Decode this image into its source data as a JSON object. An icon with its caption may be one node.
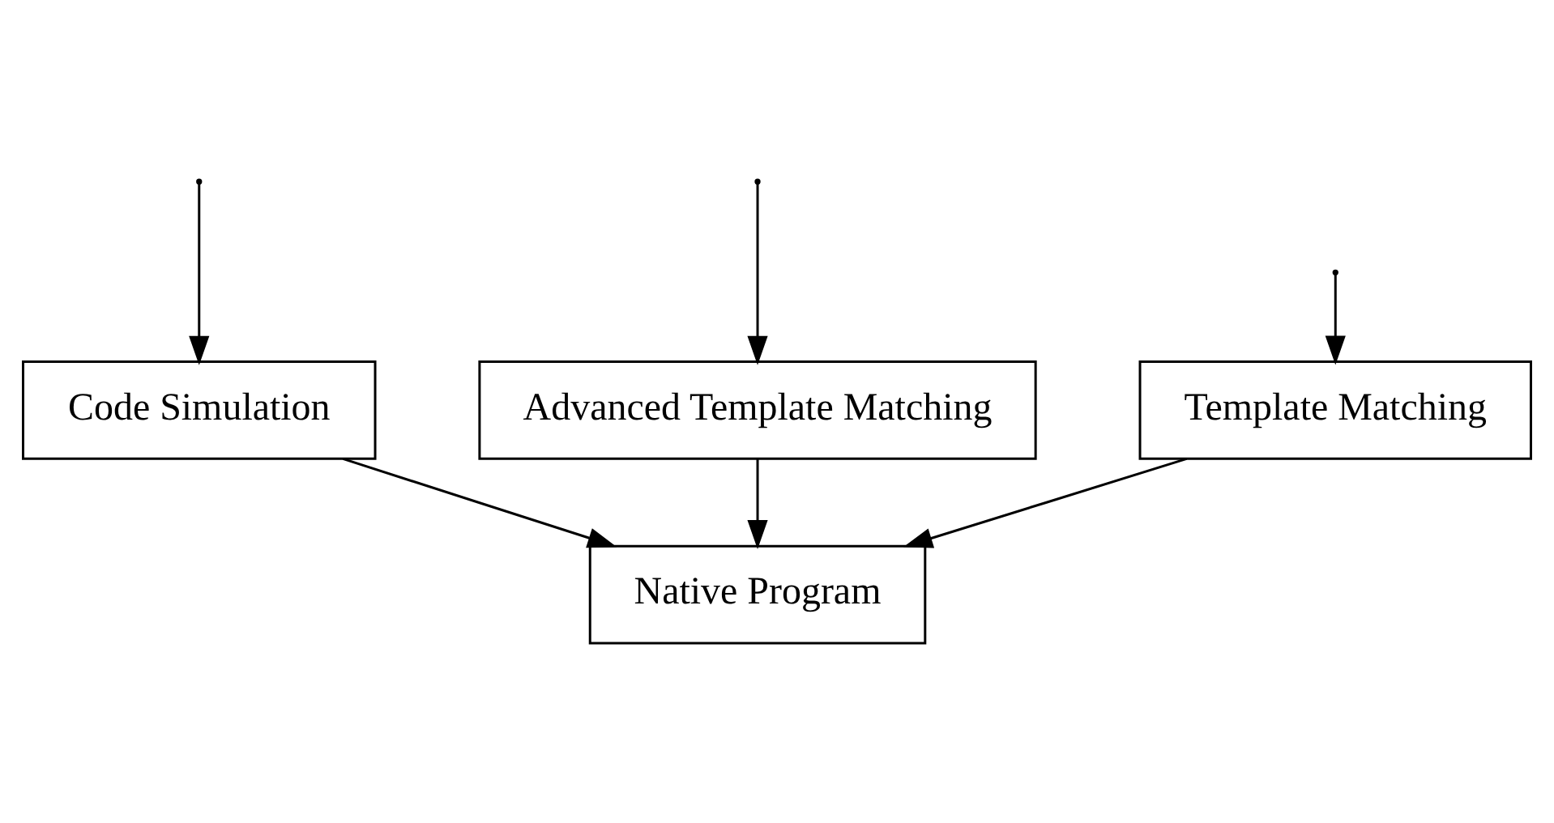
{
  "diagram": {
    "nodes": [
      {
        "text": [
          "Template Matching"
        ]
      },
      {
        "text": [
          "Code Simulation"
        ]
      },
      {
        "text": [
          "Advanced Template Matching"
        ]
      },
      {
        "text": [
          "Native Program"
        ]
      }
    ],
    "edges": [
      {
        "from": null,
        "to": 0,
        "arrow": "to"
      },
      {
        "from": null,
        "to": 1,
        "arrow": "to"
      },
      {
        "from": null,
        "to": 2,
        "arrow": "to"
      },
      {
        "from": 1,
        "to": 3,
        "arrow": "to"
      },
      {
        "from": 0,
        "to": 3,
        "arrow": "to"
      },
      {
        "from": 2,
        "to": 3,
        "arrow": "to"
      }
    ]
  }
}
